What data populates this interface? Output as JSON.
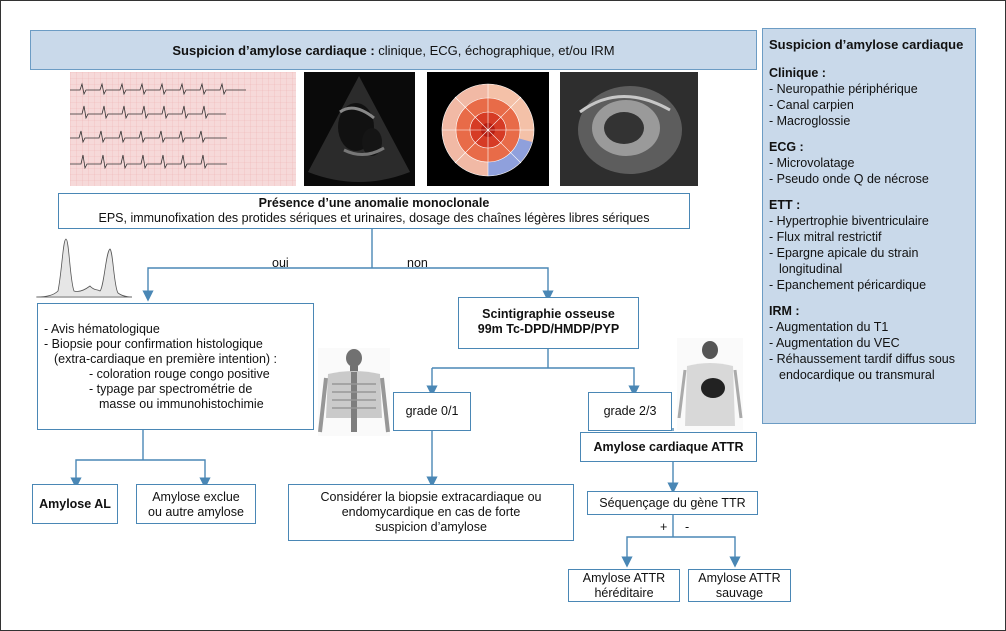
{
  "header": {
    "bold": "Suspicion d’amylose cardiaque :",
    "rest": " clinique, ECG, échographique, et/ou IRM"
  },
  "sidebar": {
    "title": "Suspicion d’amylose cardiaque",
    "sections": [
      {
        "heading": "Clinique :",
        "items": [
          "- Neuropathie périphérique",
          "- Canal carpien",
          "- Macroglossie"
        ]
      },
      {
        "heading": "ECG :",
        "items": [
          "- Microvolatage",
          "- Pseudo onde Q de nécrose"
        ]
      },
      {
        "heading": "ETT :",
        "items": [
          "- Hypertrophie biventriculaire",
          "- Flux mitral restrictif",
          "- Epargne apicale du strain longitudinal",
          "- Epanchement péricardique"
        ]
      },
      {
        "heading": "IRM :",
        "items": [
          "- Augmentation du T1",
          "- Augmentation du VEC",
          "- Réhaussement tardif diffus sous endocardique ou transmural"
        ]
      }
    ]
  },
  "monoclonal": {
    "title": "Présence d’une anomalie monoclonale",
    "text": "EPS, immunofixation des protides sériques et urinaires, dosage des chaînes légères libres sériques"
  },
  "branch_yes": "oui",
  "branch_no": "non",
  "hemato": {
    "line1": "- Avis hématologique",
    "line2": "- Biopsie pour confirmation histologique",
    "line3": "(extra-cardiaque en première intention) :",
    "line4": "- coloration rouge congo positive",
    "line5": "- typage par spectrométrie de",
    "line6": "masse ou immunohistochimie"
  },
  "scinti": {
    "line1": "Scintigraphie osseuse",
    "line2": "99m Tc-DPD/HMDP/PYP"
  },
  "grade01": "grade 0/1",
  "grade23": "grade 2/3",
  "amylose_al": "Amylose AL",
  "amylose_exclue": {
    "line1": "Amylose exclue",
    "line2": "ou autre amylose"
  },
  "biopsie": {
    "line1": "Considérer la biopsie extracardiaque ou",
    "line2": "endomycardique en cas de forte",
    "line3": "suspicion d’amylose"
  },
  "attr": "Amylose cardiaque ATTR",
  "sequencage": "Séquençage du gène TTR",
  "plus": "+",
  "minus": "-",
  "hereditaire": {
    "line1": "Amylose ATTR",
    "line2": "héréditaire"
  },
  "sauvage": {
    "line1": "Amylose ATTR",
    "line2": "sauvage"
  },
  "colors": {
    "box_border": "#4a87b5",
    "header_fill": "#c9d9ea",
    "arrow": "#4a87b5"
  }
}
